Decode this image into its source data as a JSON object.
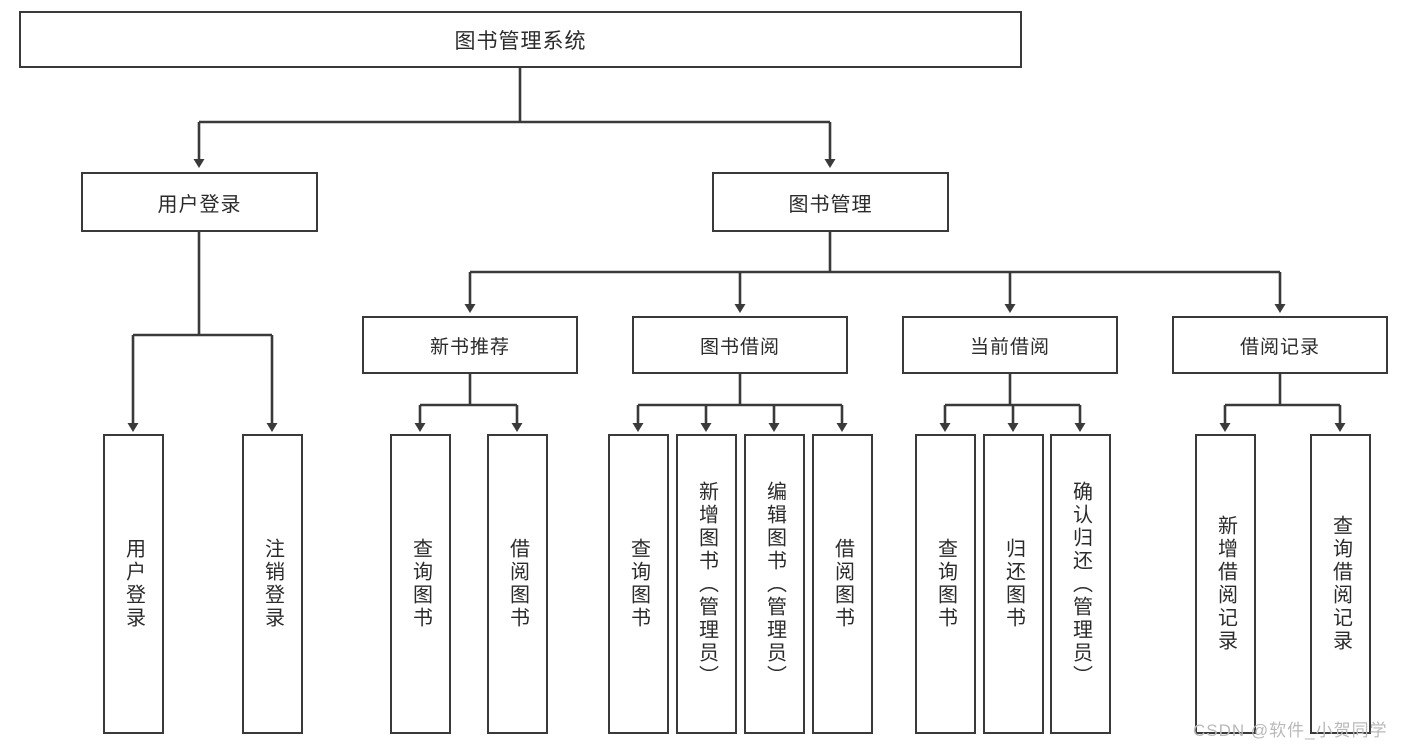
{
  "diagram": {
    "title": "图书管理系统",
    "type": "hierarchy-tree",
    "orientation": "top-down",
    "root": {
      "label": "图书管理系统"
    },
    "tier1": [
      {
        "label": "用户登录"
      },
      {
        "label": "图书管理"
      }
    ],
    "tier2": [
      {
        "label": "新书推荐"
      },
      {
        "label": "图书借阅"
      },
      {
        "label": "当前借阅"
      },
      {
        "label": "借阅记录"
      }
    ],
    "leaves": {
      "user_login": [
        {
          "label": "用户登录"
        },
        {
          "label": "注销登录"
        }
      ],
      "new_book_recommend": [
        {
          "label": "查询图书"
        },
        {
          "label": "借阅图书"
        }
      ],
      "book_borrow": [
        {
          "label": "查询图书"
        },
        {
          "label": "新增图书（管理员）"
        },
        {
          "label": "编辑图书（管理员）"
        },
        {
          "label": "借阅图书"
        }
      ],
      "current_borrow": [
        {
          "label": "查询图书"
        },
        {
          "label": "归还图书"
        },
        {
          "label": "确认归还（管理员）"
        }
      ],
      "borrow_record": [
        {
          "label": "新增借阅记录"
        },
        {
          "label": "查询借阅记录"
        }
      ]
    }
  },
  "watermark": {
    "text": "CSDN @软件_小贺同学"
  },
  "colors": {
    "stroke": "#3a3a3a",
    "text": "#2b2b2b",
    "background": "#ffffff",
    "watermark": "#b9b9b9"
  }
}
